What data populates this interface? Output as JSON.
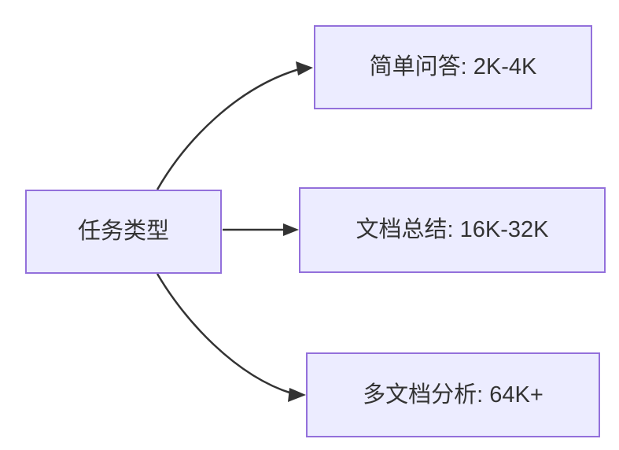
{
  "diagram": {
    "type": "flowchart",
    "direction": "left-to-right",
    "colors": {
      "background": "#ffffff",
      "node_fill": "#ECECFF",
      "node_border": "#9370DB",
      "edge": "#333333",
      "text": "#333333"
    },
    "nodes": [
      {
        "id": "task-type",
        "label": "任务类型",
        "role": "source"
      },
      {
        "id": "simple-qa",
        "label": "简单问答: 2K-4K",
        "role": "target"
      },
      {
        "id": "doc-summary",
        "label": "文档总结: 16K-32K",
        "role": "target"
      },
      {
        "id": "multi-doc",
        "label": "多文档分析: 64K+",
        "role": "target"
      }
    ],
    "edges": [
      {
        "from": "任务类型",
        "to": "简单问答: 2K-4K",
        "style": "curved-up",
        "arrow": "filled-triangle"
      },
      {
        "from": "任务类型",
        "to": "文档总结: 16K-32K",
        "style": "straight",
        "arrow": "filled-triangle"
      },
      {
        "from": "任务类型",
        "to": "多文档分析: 64K+",
        "style": "curved-down",
        "arrow": "filled-triangle"
      }
    ]
  }
}
